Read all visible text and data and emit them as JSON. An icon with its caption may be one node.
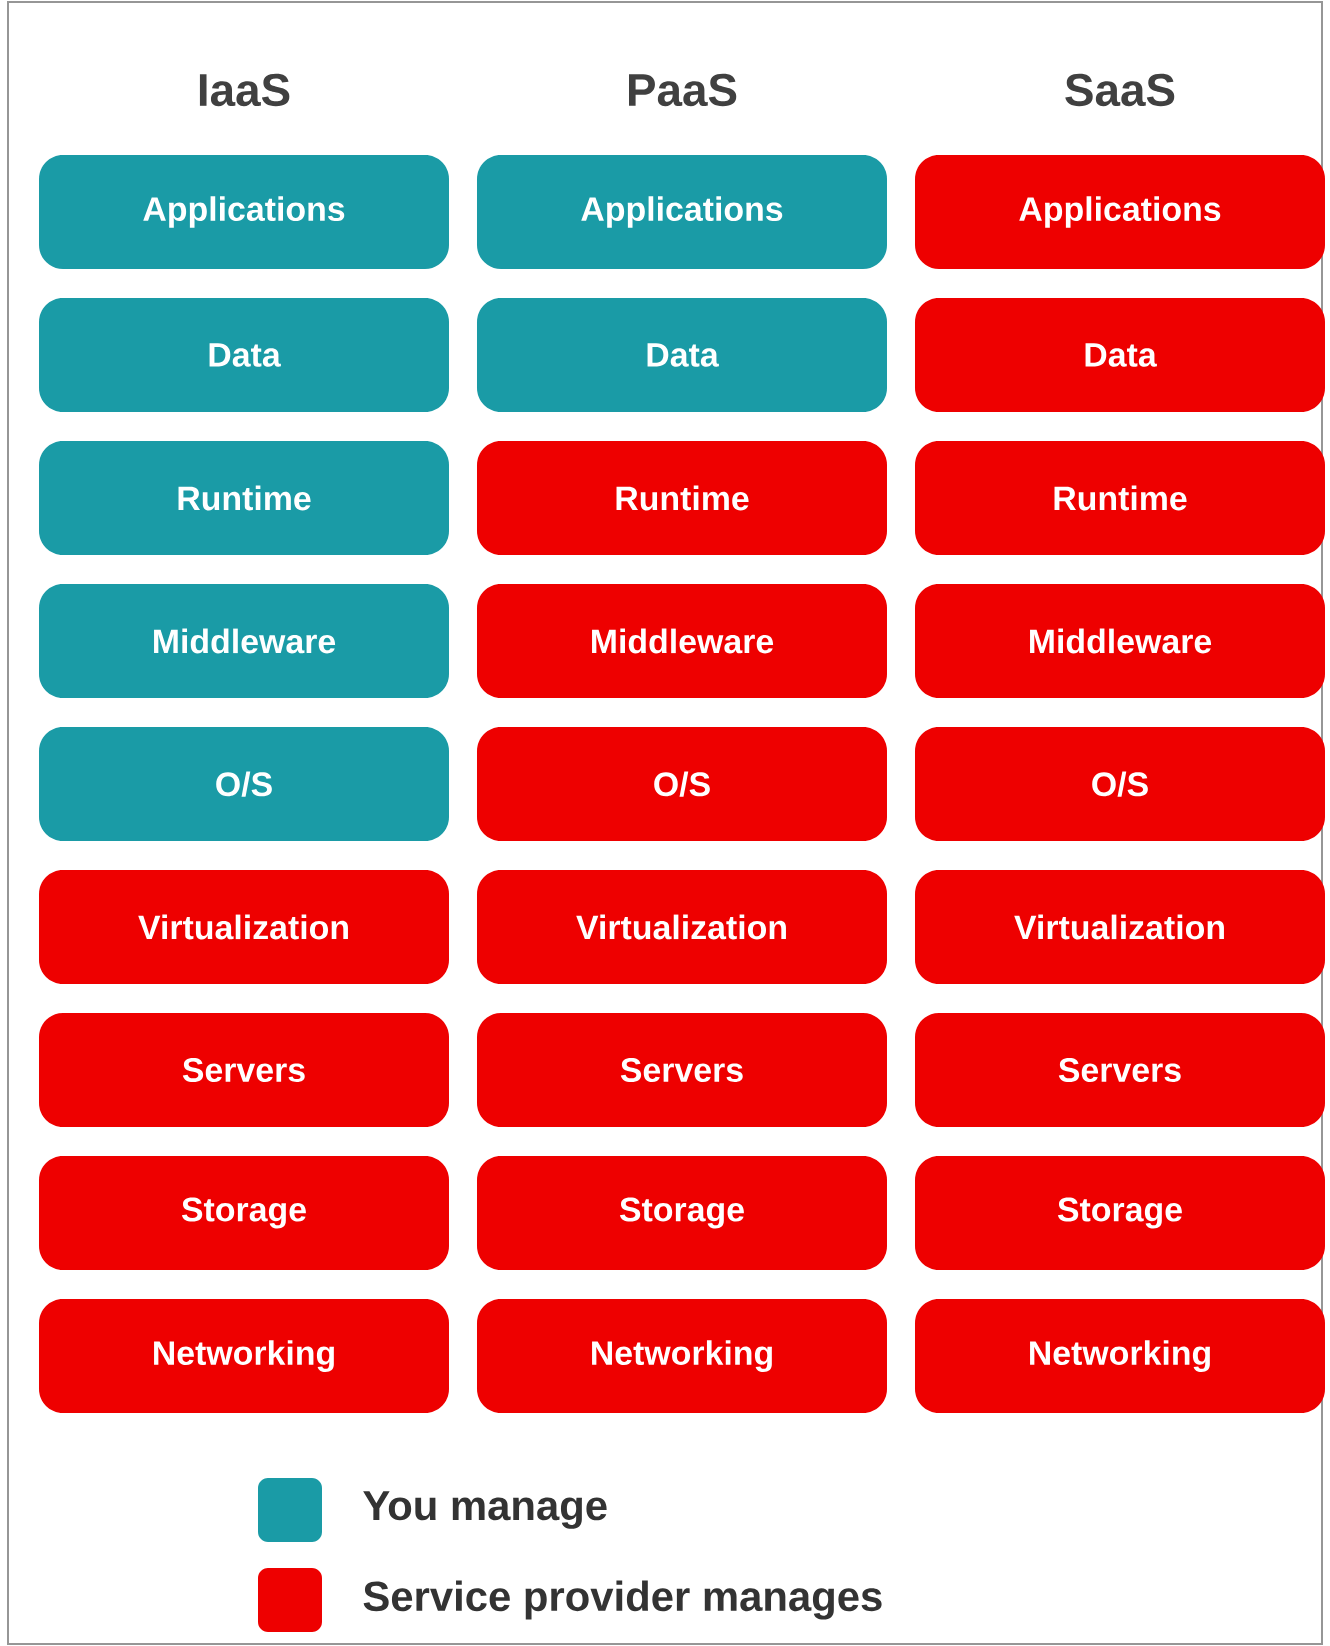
{
  "diagram": {
    "nodes": [
      {
        "text": [
          "Applications"
        ]
      },
      {
        "text": [
          "Applications"
        ]
      },
      {
        "text": [
          "Applications"
        ]
      },
      {
        "text": [
          "Data"
        ]
      },
      {
        "text": [
          "Data"
        ]
      },
      {
        "text": [
          "Data"
        ]
      },
      {
        "text": [
          "Runtime"
        ]
      },
      {
        "text": [
          "Runtime"
        ]
      },
      {
        "text": [
          "Runtime"
        ]
      },
      {
        "text": [
          "Middleware"
        ]
      },
      {
        "text": [
          "Middleware"
        ]
      },
      {
        "text": [
          "Middleware"
        ]
      },
      {
        "text": [
          "O/S"
        ]
      },
      {
        "text": [
          "O/S"
        ]
      },
      {
        "text": [
          "O/S"
        ]
      },
      {
        "text": [
          "Virtualization"
        ]
      },
      {
        "text": [
          "Virtualization"
        ]
      },
      {
        "text": [
          "Virtualization"
        ]
      },
      {
        "text": [
          "Servers"
        ]
      },
      {
        "text": [
          "Servers"
        ]
      },
      {
        "text": [
          "Servers"
        ]
      },
      {
        "text": [
          "Storage"
        ]
      },
      {
        "text": [
          "Storage"
        ]
      },
      {
        "text": [
          "Storage"
        ]
      },
      {
        "text": [
          "Networking"
        ]
      },
      {
        "text": [
          "Networking"
        ]
      },
      {
        "text": [
          "Networking"
        ]
      }
    ],
    "labels": [
      "IaaS",
      "PaaS",
      "SaaS"
    ],
    "legend": [
      {
        "text": "You manage",
        "color": "#1a9ba6"
      },
      {
        "text": "Service provider manages",
        "color": "#ee0000"
      }
    ]
  }
}
